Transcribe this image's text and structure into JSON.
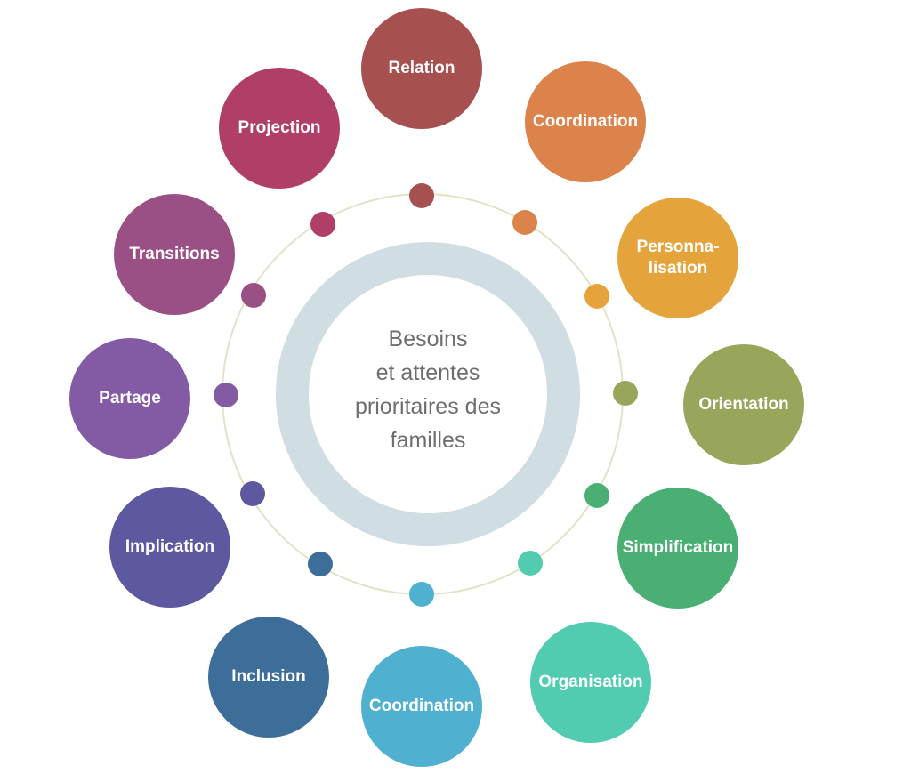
{
  "center": {
    "lines": [
      "Besoins",
      "et attentes",
      "prioritaires des",
      "familles"
    ]
  },
  "nodes": [
    {
      "label": "Relation",
      "color": "#a6504f"
    },
    {
      "label": "Coordination",
      "color": "#dc824b"
    },
    {
      "label": "Personna-\nlisation",
      "color": "#e5a43b"
    },
    {
      "label": "Orientation",
      "color": "#98a65b"
    },
    {
      "label": "Simplification",
      "color": "#4aaf73"
    },
    {
      "label": "Organisation",
      "color": "#52ccb0"
    },
    {
      "label": "Coordination",
      "color": "#50b0cf"
    },
    {
      "label": "Inclusion",
      "color": "#3d6e9a"
    },
    {
      "label": "Implication",
      "color": "#5e58a0"
    },
    {
      "label": "Partage",
      "color": "#825ba4"
    },
    {
      "label": "Transitions",
      "color": "#9b5085"
    },
    {
      "label": "Projection",
      "color": "#b03f67"
    }
  ],
  "dots": [
    {
      "color": "#a6504f"
    },
    {
      "color": "#dc824b"
    },
    {
      "color": "#e5a43b"
    },
    {
      "color": "#98a65b"
    },
    {
      "color": "#4aaf73"
    },
    {
      "color": "#52ccb0"
    },
    {
      "color": "#50b0cf"
    },
    {
      "color": "#3d6e9a"
    },
    {
      "color": "#5e58a0"
    },
    {
      "color": "#825ba4"
    },
    {
      "color": "#9b5085"
    },
    {
      "color": "#b03f67"
    }
  ]
}
